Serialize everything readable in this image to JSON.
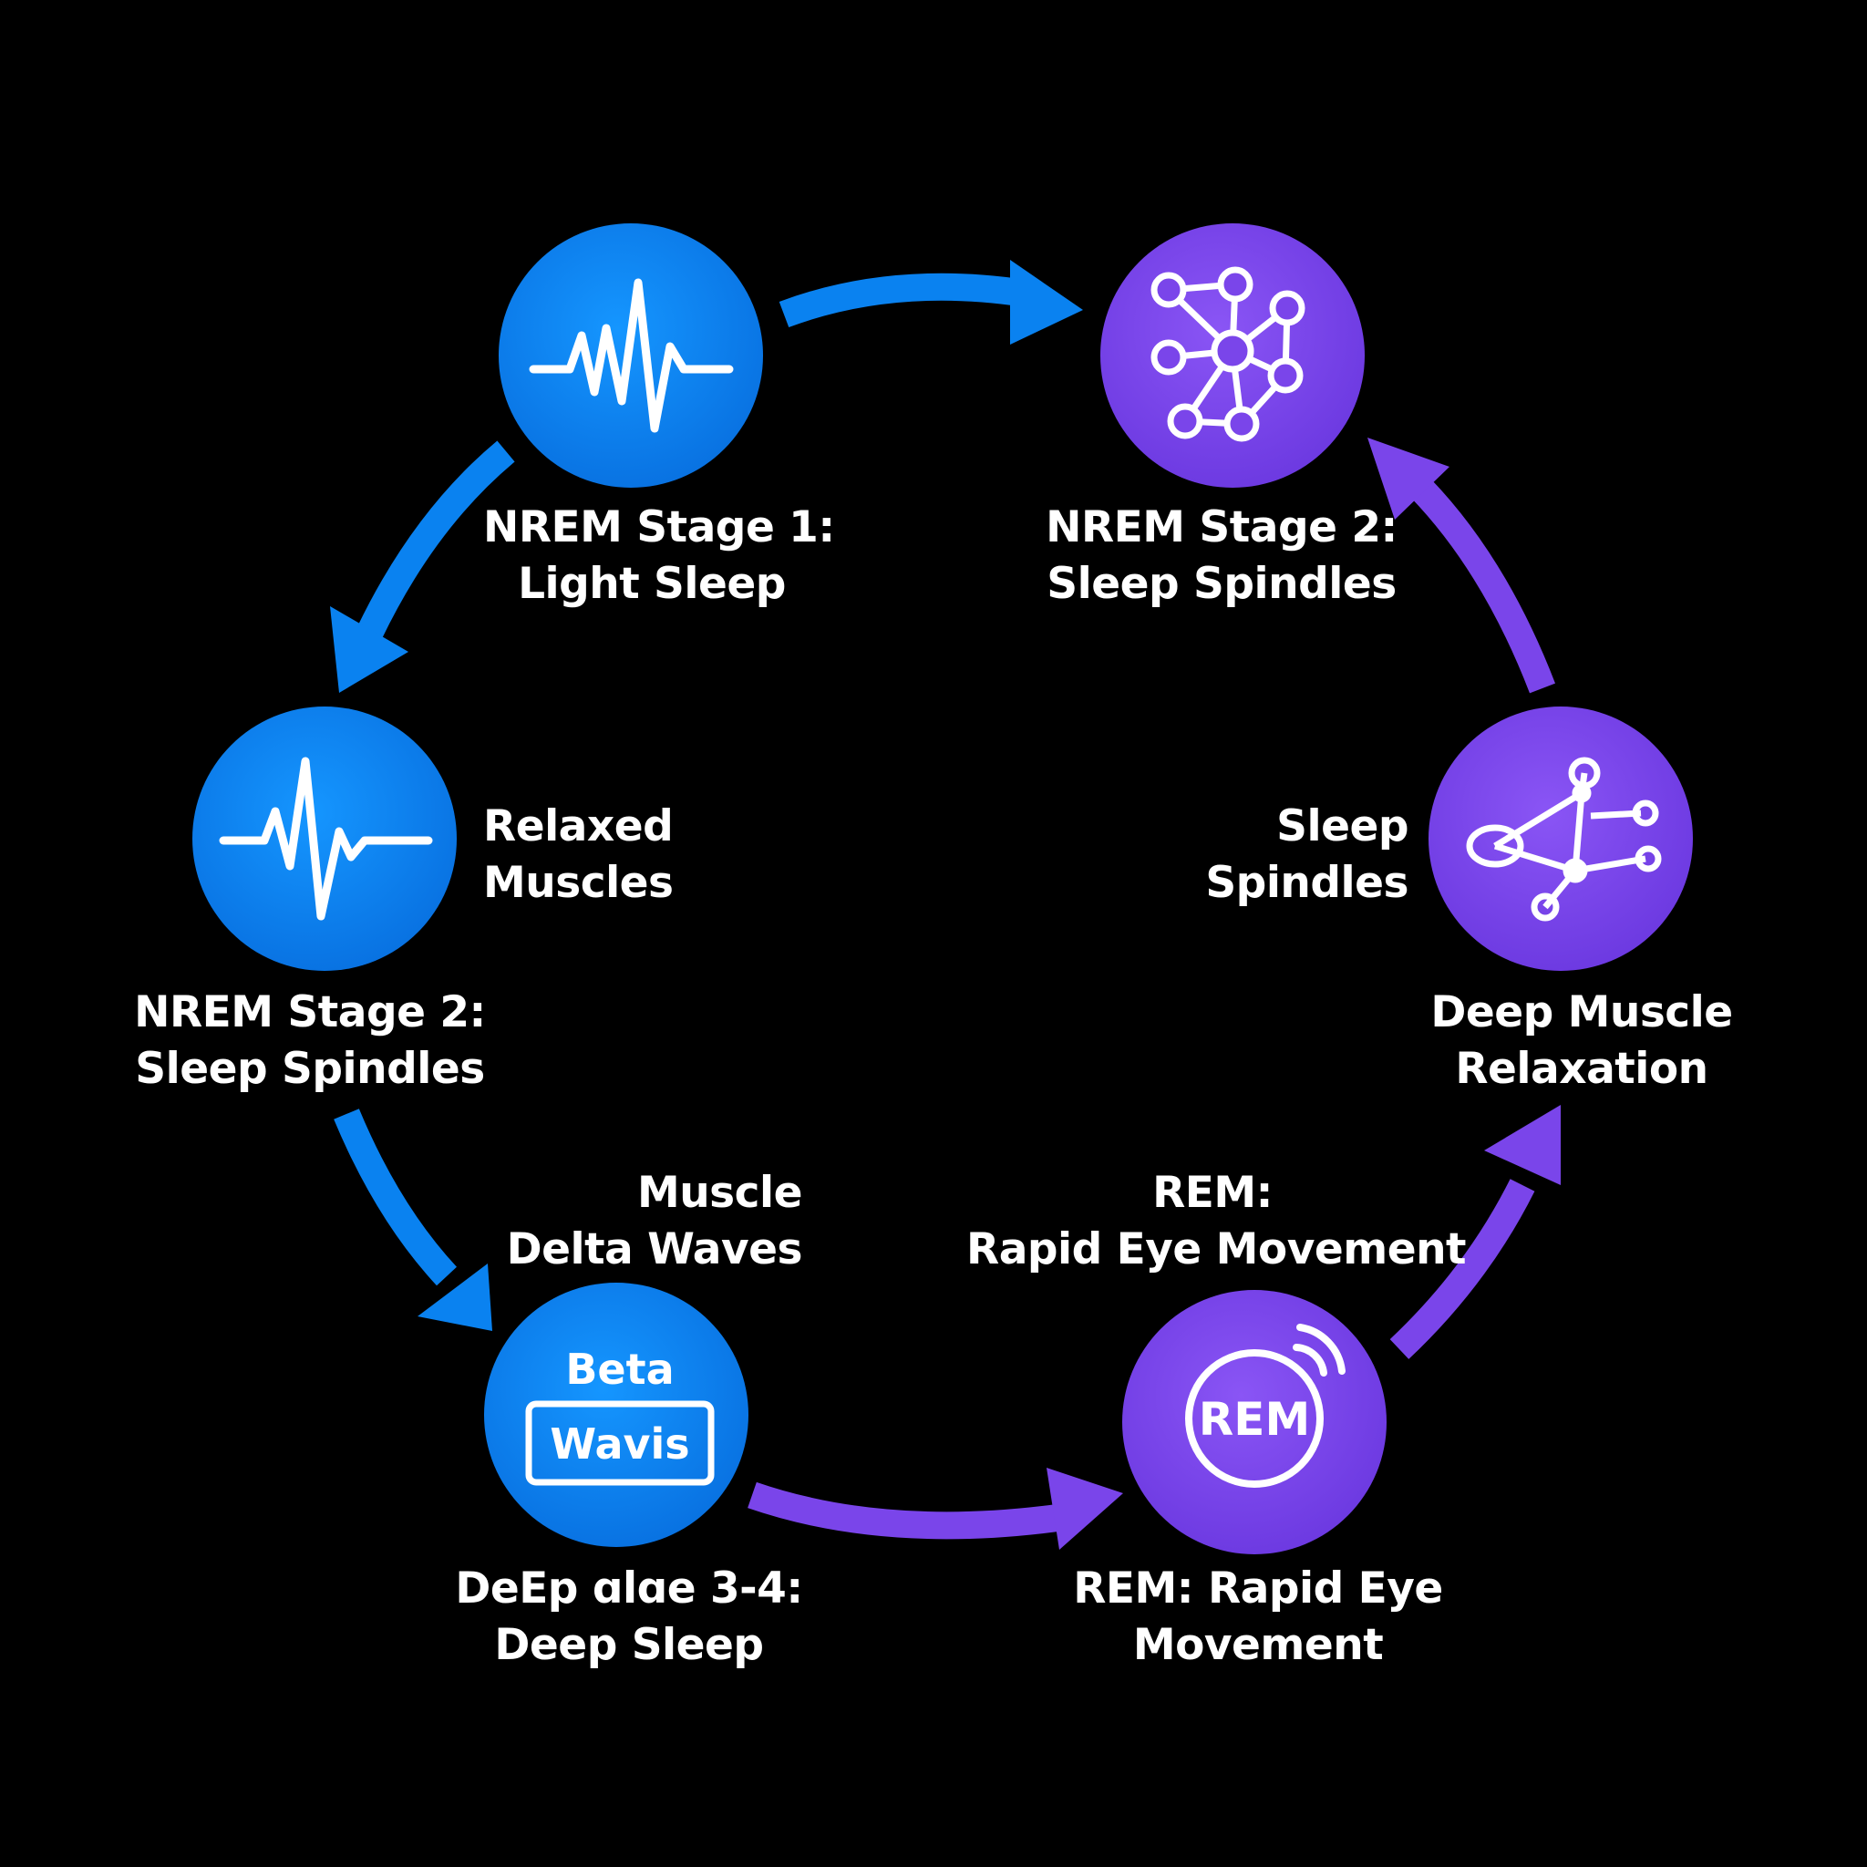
{
  "colors": {
    "background": "#000000",
    "blue": "#0a82f0",
    "purple": "#7a45ea",
    "icon_stroke": "#ffffff"
  },
  "nodes": [
    {
      "id": "stage1",
      "icon": "heartbeat-waveform-icon",
      "color": "blue",
      "label": [
        "NREM Stage 1:",
        "Light Sleep"
      ]
    },
    {
      "id": "stage2-top",
      "icon": "network-nodes-icon",
      "color": "purple",
      "label": [
        "NREM Stage 2:",
        "Sleep Spindles"
      ]
    },
    {
      "id": "stage2-left",
      "icon": "heartbeat-waveform-icon",
      "color": "blue",
      "label": [
        "NREM Stage 2:",
        "Sleep Spindles"
      ],
      "side_label": [
        "Relaxed",
        "Muscles"
      ]
    },
    {
      "id": "spindles-right",
      "icon": "molecule-graph-icon",
      "color": "purple",
      "label": [
        "Deep Muscle",
        "Relaxation"
      ],
      "side_label": [
        "Sleep",
        "Spindles"
      ]
    },
    {
      "id": "deep",
      "icon": "beta-waves-badge-icon",
      "color": "blue",
      "icon_text": [
        "Beta",
        "Wavis"
      ],
      "label": [
        "DeEp ɑlɑe 3-4:",
        "Deep Sleep"
      ],
      "side_label": [
        "Muscle",
        "Delta Waves"
      ]
    },
    {
      "id": "rem",
      "icon": "rem-eye-signal-icon",
      "color": "purple",
      "icon_text": [
        "REM"
      ],
      "label": [
        "REM: Rapid Eye",
        "Movement"
      ],
      "side_label": [
        "REM:",
        "Rapid Eye Movement"
      ]
    }
  ],
  "connections": [
    {
      "from": "stage1",
      "to": "stage2-top",
      "color": "blue"
    },
    {
      "from": "stage1",
      "to": "stage2-left",
      "color": "blue"
    },
    {
      "from": "stage2-left",
      "to": "deep",
      "color": "blue"
    },
    {
      "from": "deep",
      "to": "rem",
      "color": "purple"
    },
    {
      "from": "rem",
      "to": "spindles-right",
      "color": "purple"
    },
    {
      "from": "spindles-right",
      "to": "stage2-top",
      "color": "purple"
    }
  ]
}
